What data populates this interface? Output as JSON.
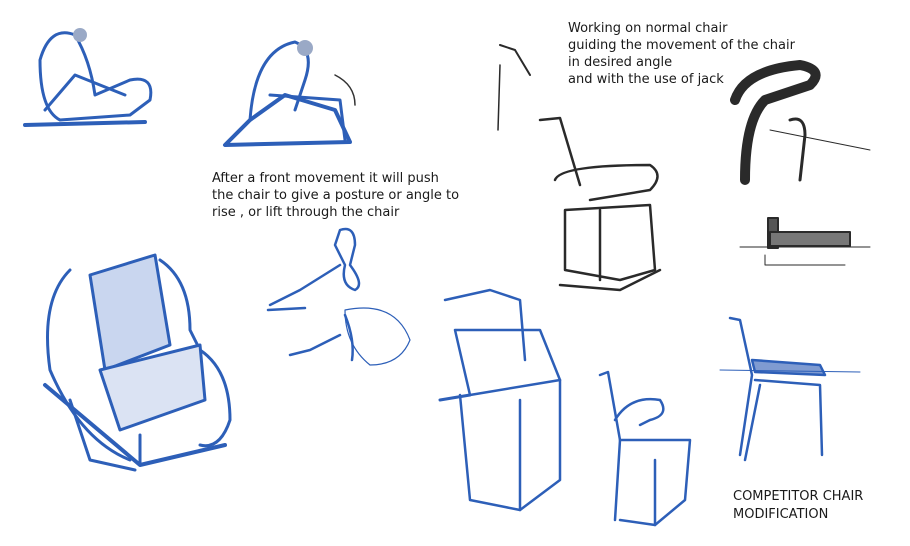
{
  "notes": {
    "front_movement": "After a front movement it will push\nthe chair to give a posture or angle to\nrise , or lift through the chair",
    "normal_chair": "Working on normal chair\nguiding the movement of the chair\nin desired angle\nand  with the use of jack",
    "competitor": "COMPETITOR CHAIR\nMODIFICATION"
  },
  "colors": {
    "sketch_blue": "#2d5fb8",
    "sketch_gray": "#2a2a2a"
  }
}
